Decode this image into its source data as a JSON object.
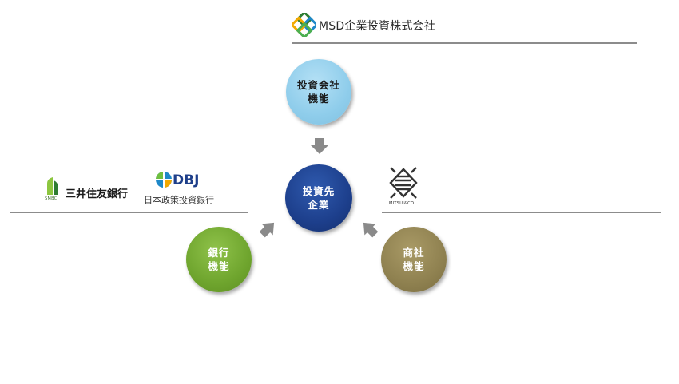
{
  "logos": {
    "msd": {
      "name": "MSD企業投資株式会社",
      "icon": "msd-diamond-logo-icon"
    },
    "smbc": {
      "name": "三井住友銀行",
      "abbr": "SMBC",
      "icon": "smbc-leaf-logo-icon"
    },
    "dbj": {
      "name": "DBJ",
      "subtitle": "日本政策投資銀行",
      "icon": "dbj-globe-logo-icon"
    },
    "mitsui": {
      "name": "MITSUI&CO.",
      "icon": "mitsui-emblem-logo-icon"
    }
  },
  "nodes": {
    "investment": {
      "line1": "投資会社",
      "line2": "機能",
      "color": "#8fcdeb"
    },
    "center": {
      "line1": "投資先",
      "line2": "企業",
      "color": "#1d3f8c"
    },
    "bank": {
      "line1": "銀行",
      "line2": "機能",
      "color": "#6fa52e"
    },
    "trading": {
      "line1": "商社",
      "line2": "機能",
      "color": "#8f8150"
    }
  },
  "colors": {
    "arrow": "#8a8a8a",
    "divider": "#8c8c8c"
  }
}
